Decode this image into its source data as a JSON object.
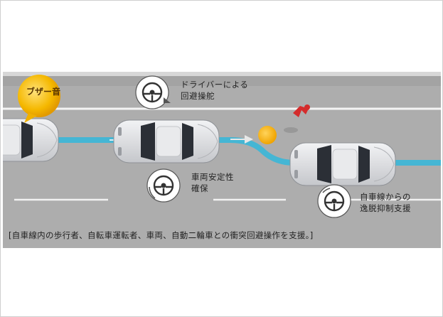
{
  "labels": {
    "buzzer": "ブザー音",
    "driver_steering": [
      "ドライバーによる",
      "回避操舵"
    ],
    "vehicle_stability": [
      "車両安定性",
      "確保"
    ],
    "lane_departure": [
      "自車線からの",
      "逸脱抑制支援"
    ]
  },
  "caption": "[自車線内の歩行者、自転車運転者、車両、自動二輪車との衝突回避操作を支援。]",
  "colors": {
    "road": "#adadad",
    "path": "#3fb6d6",
    "buzzer": "#f5b800",
    "car": "#e4e5e7",
    "pedestrian": "#d42c2c"
  },
  "icons": [
    "bell-icon",
    "steering-wheel-icon",
    "pedestrian-icon"
  ]
}
